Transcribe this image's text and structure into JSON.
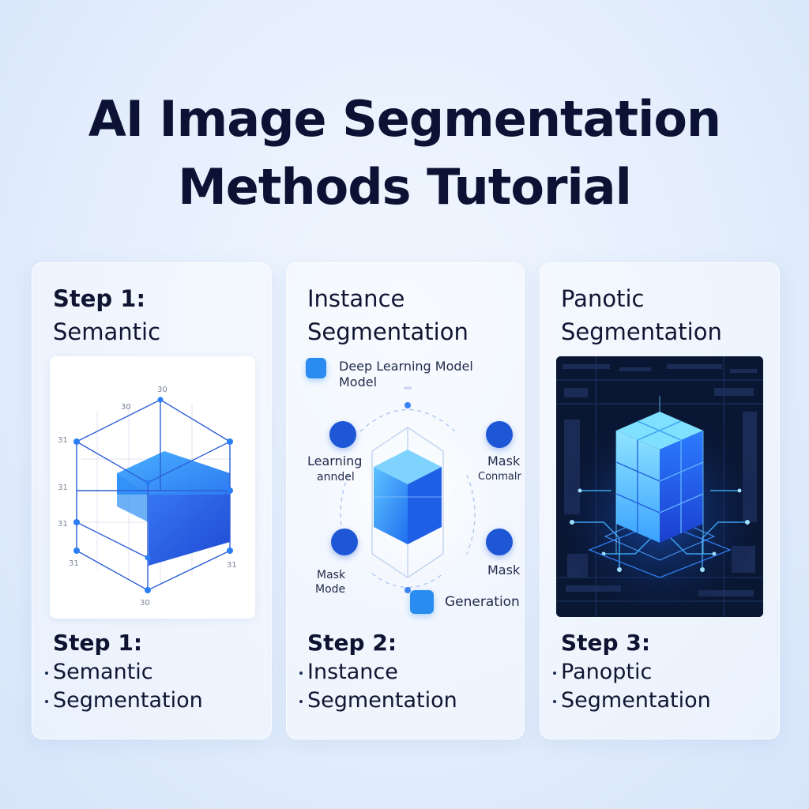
{
  "title": {
    "line1": "AI Image Segmentation",
    "line2": "Methods Tutorial"
  },
  "cards": [
    {
      "head_line1": "Step 1:",
      "head_line2": "Semantic",
      "panel_ticks": {
        "top": "30",
        "top_left": "30",
        "left_1": "31",
        "left_2": "31",
        "left_3": "31",
        "bottom_left": "31",
        "bottom_right": "31",
        "bottom": "30"
      },
      "foot_step": "Step 1:",
      "foot_line1": "Semantic",
      "foot_line2": "Segmentation"
    },
    {
      "head_line1": "Instance",
      "head_line2": "Segmentation",
      "panel_labels": {
        "top_line1": "Deep Learning Model",
        "top_line2": "Model",
        "left_line1": "Learning",
        "left_line2": "anndel",
        "right_line1": "Mask",
        "right_line2": "Conmalr",
        "right_bottom": "Mask",
        "left_bottom_line1": "Mask",
        "left_bottom_line2": "Mode",
        "bottom": "Generation"
      },
      "foot_step": "Step 2:",
      "foot_line1": "Instance",
      "foot_line2": "Segmentation"
    },
    {
      "head_line1": "Panotic",
      "head_line2": "Segmentation",
      "foot_step": "Step 3:",
      "foot_line1": "Panoptic",
      "foot_line2": "Segmentation"
    }
  ],
  "colors": {
    "accent": "#1e6df0",
    "cube_light": "#41b4ff",
    "cube_dark": "#1b4fd8",
    "title": "#0c1233",
    "dark_panel": "#0a1733"
  }
}
